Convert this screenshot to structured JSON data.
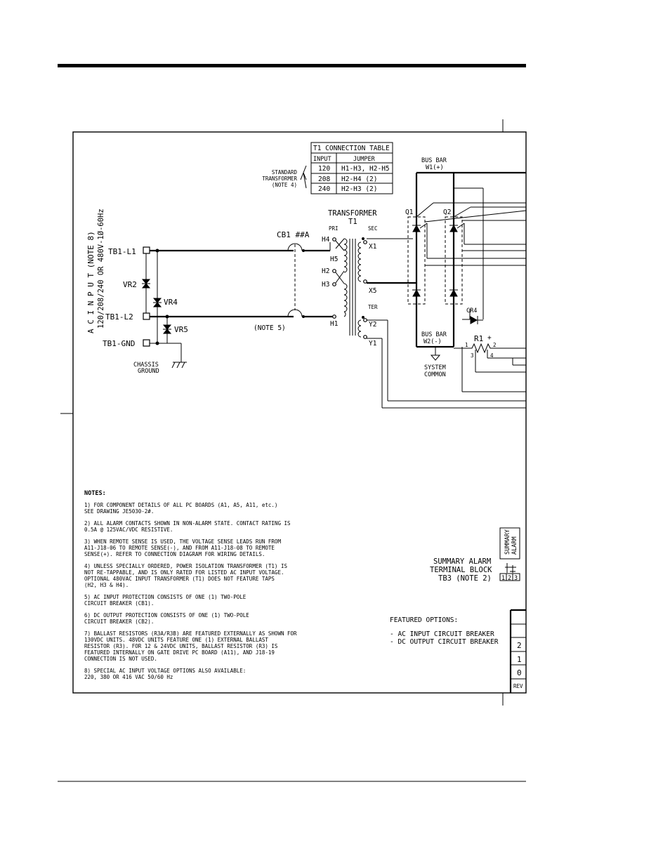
{
  "table": {
    "title": "T1 CONNECTION TABLE",
    "headers": [
      "INPUT",
      "JUMPER"
    ],
    "rows": [
      [
        "120",
        "H1-H3, H2-H5"
      ],
      [
        "208",
        "H2-H4  (2)"
      ],
      [
        "240",
        "H2-H3  (2)"
      ]
    ],
    "side_label": [
      "STANDARD",
      "TRANSFORMER",
      "(NOTE 4)"
    ]
  },
  "ac_input": {
    "title": "A C   I N P U T   (NOTE 8)",
    "subtitle": "120/208/240 OR 480V-1Ø-60Hz"
  },
  "terminals": {
    "l1": "TB1-L1",
    "l2": "TB1-L2",
    "gnd": "TB1-GND"
  },
  "components": {
    "vr2": "VR2",
    "vr4": "VR4",
    "vr5": "VR5",
    "chassis": [
      "CHASSIS",
      "GROUND"
    ],
    "cb1": "CB1  ##A",
    "note5": "(NOTE 5)",
    "transformer": [
      "TRANSFORMER",
      "T1"
    ],
    "pri": "PRI",
    "sec": "SEC",
    "ter": "TER",
    "h4": "H4",
    "h5": "H5",
    "h2": "H2",
    "h3": "H3",
    "h1": "H1",
    "x1": "X1",
    "x5": "X5",
    "y2": "Y2",
    "y1": "Y1",
    "q1": "Q1",
    "q2": "Q2",
    "cr4": "CR4",
    "busbar1": [
      "BUS BAR",
      "W1(+)"
    ],
    "busbar2": [
      "BUS BAR",
      "W2(-)"
    ],
    "system_common": [
      "SYSTEM",
      "COMMON"
    ],
    "r1": "R1",
    "r1_plus": "+",
    "r1_pins": [
      "1",
      "2",
      "3",
      "4"
    ]
  },
  "alarm": {
    "vertical": [
      "SUMMARY",
      "ALARM"
    ],
    "lines": [
      "SUMMARY ALARM",
      "TERMINAL BLOCK",
      "TB3 (NOTE 2)"
    ],
    "pins": [
      "1",
      "2",
      "3"
    ]
  },
  "notes": {
    "title": "NOTES:",
    "items": [
      [
        "1) FOR COMPONENT DETAILS OF ALL PC BOARDS (A1, A5, A11, etc.)",
        "   SEE DRAWING JE5030-2#."
      ],
      [
        "2) ALL ALARM CONTACTS SHOWN IN NON-ALARM STATE.  CONTACT RATING IS",
        "   0.5A @ 125VAC/VDC RESISTIVE."
      ],
      [
        "3) WHEN REMOTE SENSE IS USED, THE VOLTAGE SENSE LEADS RUN FROM",
        "   A11-J18-06 TO REMOTE SENSE(-), AND FROM A11-J18-08 TO REMOTE",
        "   SENSE(+).  REFER TO CONNECTION DIAGRAM FOR WIRING DETAILS."
      ],
      [
        "4) UNLESS SPECIALLY ORDERED, POWER ISOLATION TRANSFORMER (T1) IS",
        "   NOT RE-TAPPABLE, AND IS ONLY RATED FOR LISTED AC INPUT VOLTAGE.",
        "   OPTIONAL 480VAC INPUT TRANSFORMER (T1) DOES NOT FEATURE TAPS",
        "   (H2, H3 & H4)."
      ],
      [
        "5) AC INPUT PROTECTION CONSISTS OF ONE (1) TWO-POLE",
        "   CIRCUIT BREAKER (CB1)."
      ],
      [
        "6) DC OUTPUT PROTECTION CONSISTS OF ONE (1) TWO-POLE",
        "   CIRCUIT BREAKER (CB2)."
      ],
      [
        "7) BALLAST RESISTORS (R3A/R3B) ARE FEATURED EXTERNALLY AS SHOWN FOR",
        "   130VDC UNITS.  48VDC UNITS FEATURE ONE (1) EXTERNAL BALLAST",
        "   RESISTOR (R3).  FOR 12 & 24VDC UNITS, BALLAST RESISTOR (R3) IS",
        "   FEATURED INTERNALLY ON GATE DRIVE PC BOARD (A11), AND J18-19",
        "   CONNECTION IS NOT USED."
      ],
      [
        "8) SPECIAL AC INPUT VOLTAGE OPTIONS ALSO AVAILABLE:",
        "   220, 380 OR 416 VAC 50/60 Hz"
      ]
    ]
  },
  "featured": {
    "title": "FEATURED OPTIONS:",
    "items": [
      "- AC INPUT CIRCUIT BREAKER",
      "- DC OUTPUT CIRCUIT BREAKER"
    ]
  },
  "revisions": {
    "rows": [
      "2",
      "1",
      "0"
    ],
    "label": "REV"
  }
}
